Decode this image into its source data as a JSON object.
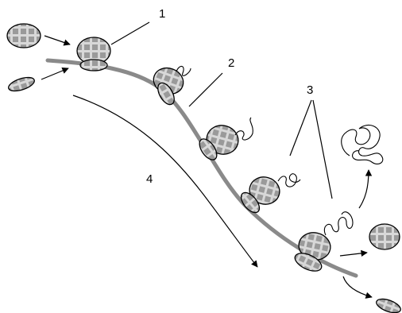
{
  "labels": {
    "label_1": "1",
    "label_2": "2",
    "label_3": "3",
    "label_4": "4"
  },
  "colors": {
    "mrna_strand": "#8a8a8a",
    "subunit_fill_base": "#9a9a9a",
    "subunit_fill_grid": "#d8d8d8",
    "line": "#000000",
    "background": "#ffffff"
  }
}
